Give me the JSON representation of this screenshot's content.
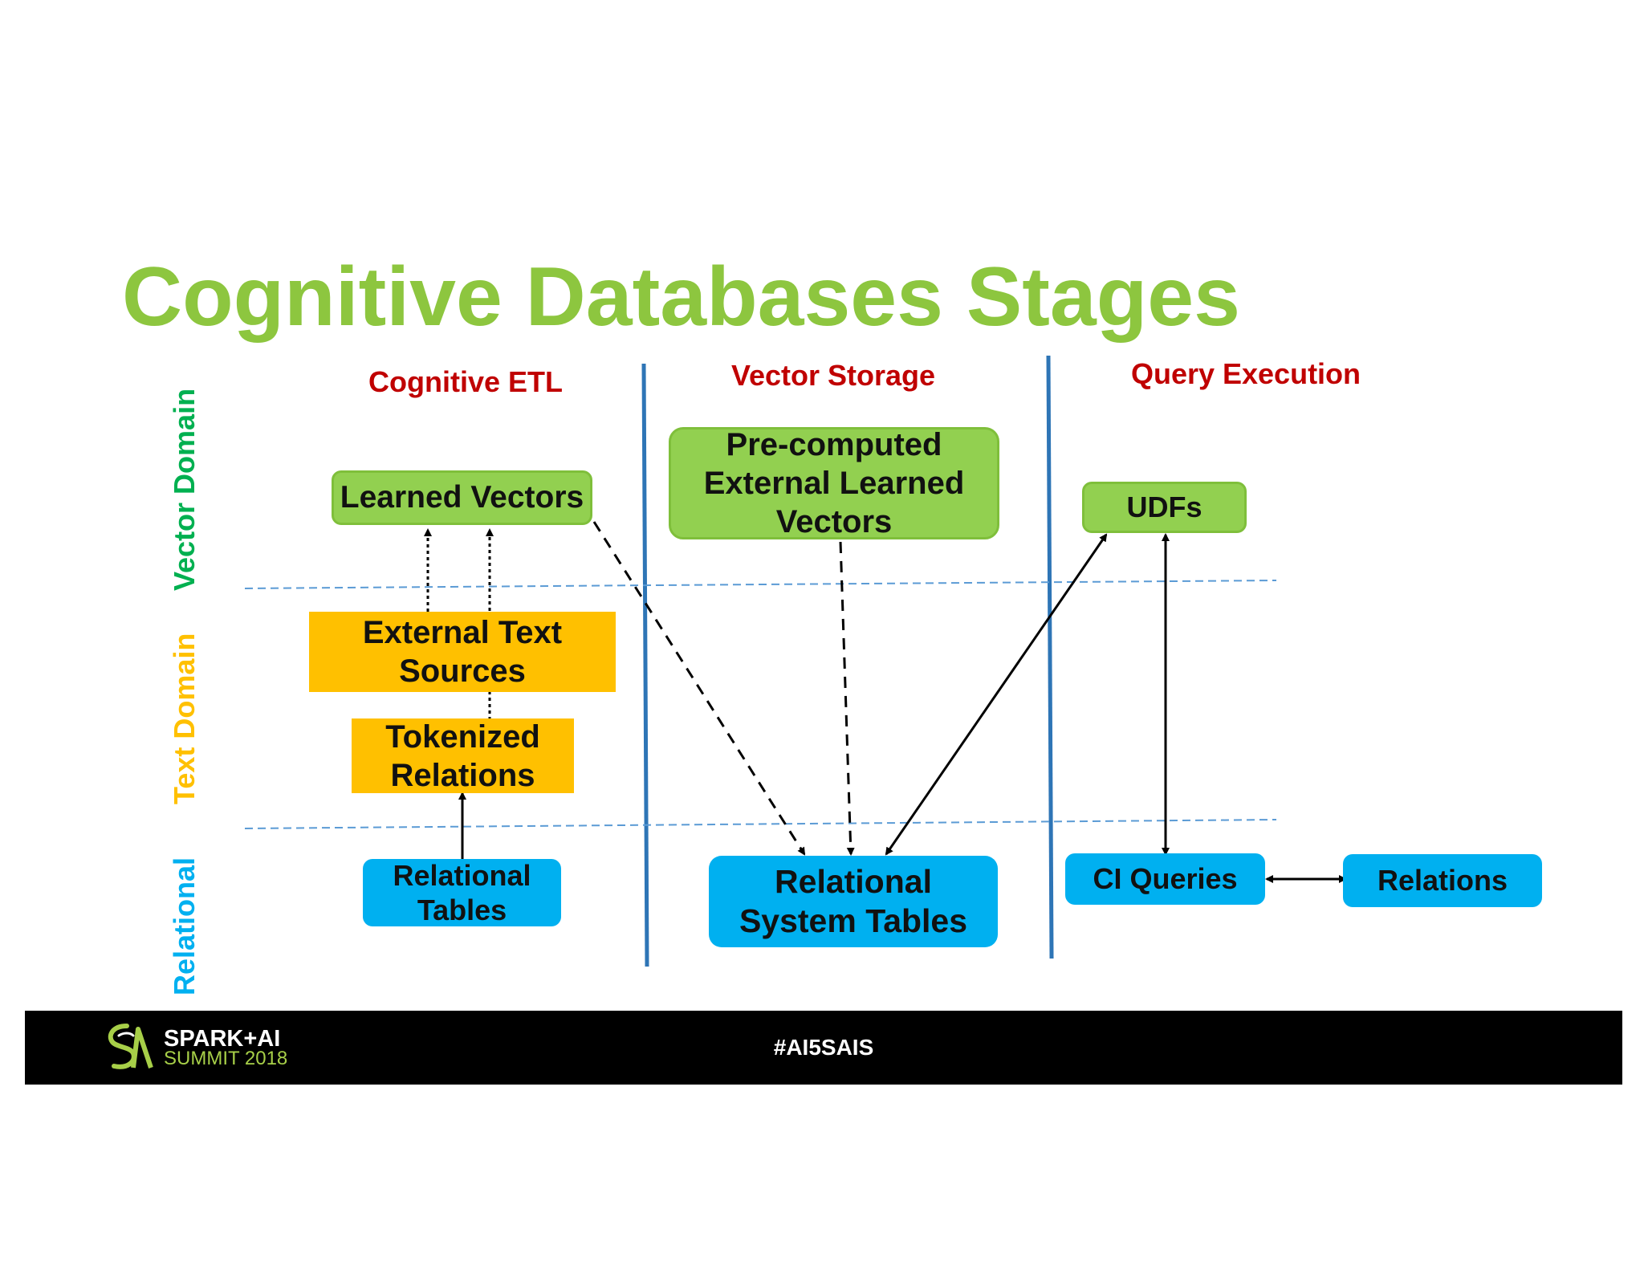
{
  "title": "Cognitive Databases Stages",
  "stages": {
    "etl": "Cognitive ETL",
    "storage": "Vector Storage",
    "query": "Query Execution"
  },
  "domains": {
    "vector": "Vector Domain",
    "text": "Text Domain",
    "relational": "Relational"
  },
  "nodes": {
    "learned_vectors": "Learned Vectors",
    "external_text_1": "External Text",
    "external_text_2": "Sources",
    "tokenized_1": "Tokenized",
    "tokenized_2": "Relations",
    "relational_tables_1": "Relational",
    "relational_tables_2": "Tables",
    "precomputed_1": "Pre-computed",
    "precomputed_2": "External Learned",
    "precomputed_3": "Vectors",
    "system_tables_1": "Relational",
    "system_tables_2": "System Tables",
    "udfs": "UDFs",
    "ci_queries": "CI Queries",
    "relations": "Relations"
  },
  "colors": {
    "title": "#8dc63f",
    "stage_label": "#c00000",
    "vector_domain": "#00b050",
    "text_domain": "#ffc000",
    "relational_domain": "#00b0f0",
    "green_box": "#92d050",
    "orange_box": "#ffc000",
    "blue_box": "#00b0f0",
    "stage_divider": "#2e75b6",
    "domain_divider": "#5b9bd5"
  },
  "footer": {
    "brand_line1": "SPARK+AI",
    "brand_line2": "SUMMIT 2018",
    "hashtag": "#AI5SAIS",
    "logo_icon": "spark-ai-summit-logo"
  }
}
